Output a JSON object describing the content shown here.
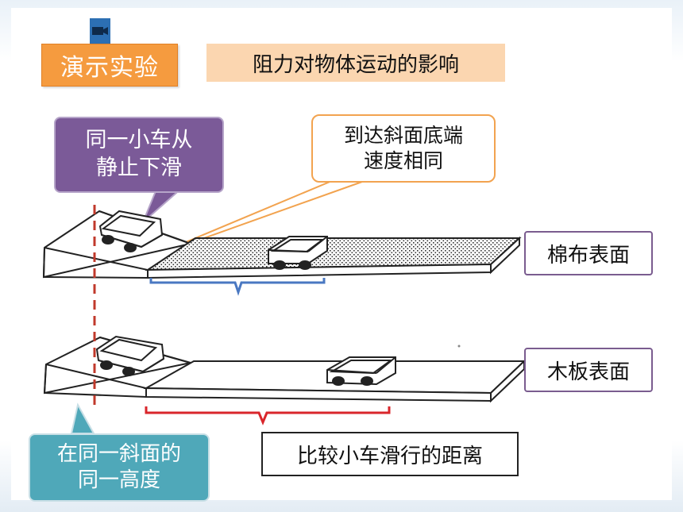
{
  "badge": {
    "label": "演示实验"
  },
  "title": "阻力对物体运动的影响",
  "callouts": {
    "same_car": [
      "同一小车从",
      "静止下滑"
    ],
    "same_speed": [
      "到达斜面底端",
      "速度相同"
    ],
    "same_height": [
      "在同一斜面的",
      "同一高度"
    ]
  },
  "surfaces": {
    "cotton": "棉布表面",
    "wood": "木板表面"
  },
  "compare": "比较小车滑行的距离",
  "colors": {
    "badge": "#f59b3f",
    "title_bg": "#fbd6b0",
    "purple_callout": "#7b5a98",
    "teal_callout": "#4fa8b9",
    "orange_border": "#f2a34f",
    "blue_brace": "#4a78c2",
    "red_brace": "#d9262b",
    "dash_line": "#c0392b"
  },
  "icons": {
    "camera": "video-camera-icon"
  }
}
